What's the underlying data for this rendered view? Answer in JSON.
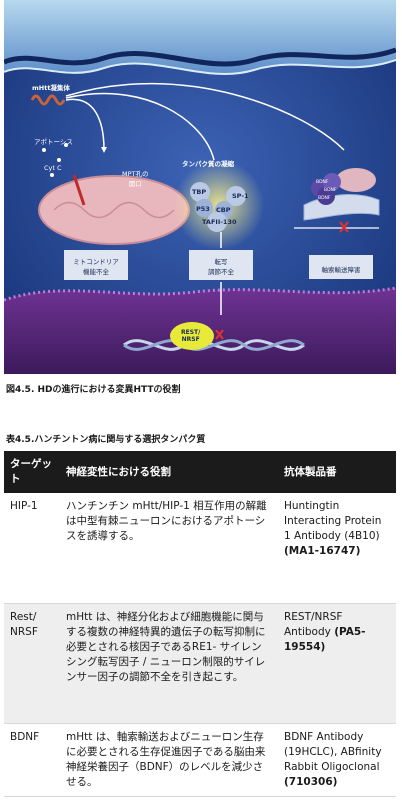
{
  "figure": {
    "labels": {
      "aggregates": "mHtt凝集体",
      "apoptosis": "アポトーシス",
      "cytc": "Cyt C",
      "mpt": "MPT孔の\n開口",
      "protein_aggregation": "タンパク質の凝縮",
      "tbp": "TBP",
      "sp1": "SP-1",
      "p53": "P53",
      "cbp": "CBP",
      "tafii": "TAFII-130",
      "mito_dysfunction": "ミトコンドリア\n機能不全",
      "transcription_dysregulation": "転写\n調節不全",
      "axonal_transport": "軸索輸送障害",
      "rest_nrsf": "REST/\nNRSF",
      "bdnf1": "BDNF",
      "bdnf2": "BDNF",
      "bdnf3": "BDNF"
    },
    "colors": {
      "background": "#1d3d8a",
      "membrane_top": "#1a2f6b",
      "mitochondria": "#e8b7bd",
      "nucleus": "#5b2a7e",
      "rest_badge": "#e8ea3a"
    }
  },
  "figure_caption": "図4.5. HDの進行における変異HTTの役割",
  "table_caption": "表4.5.ハンチントン病に関与する選択タンパク質",
  "table": {
    "headers": [
      "ターゲット",
      "神経変性における役割",
      "抗体製品番"
    ],
    "rows": [
      {
        "target": "HIP-1",
        "role": "ハンチンチン mHtt/HIP-1 相互作用の解離は中型有棘ニューロンにおけるアポトーシスを誘導する。",
        "antibody": "Huntingtin Interacting Protein 1 Antibody (4B10)",
        "catalog": "(MA1-16747)"
      },
      {
        "target": "Rest/ NRSF",
        "role": "mHtt は、神経分化および細胞機能に関与する複数の神経特異的遺伝子の転写抑制に必要とされる核因子であるRE1- サイレンシング転写因子 / ニューロン制限的サイレンサー因子の調節不全を引き起こす。",
        "antibody": "REST/NRSF Antibody",
        "catalog": "(PA5-19554)"
      },
      {
        "target": "BDNF",
        "role": "mHtt は、軸索輸送およびニューロン生存に必要とされる生存促進因子である脳由来神経栄養因子（BDNF）のレベルを減少させる。",
        "antibody": "BDNF Antibody (19HCLC), ABfinity Rabbit Oligoclonal",
        "catalog": "(710306)"
      }
    ]
  }
}
